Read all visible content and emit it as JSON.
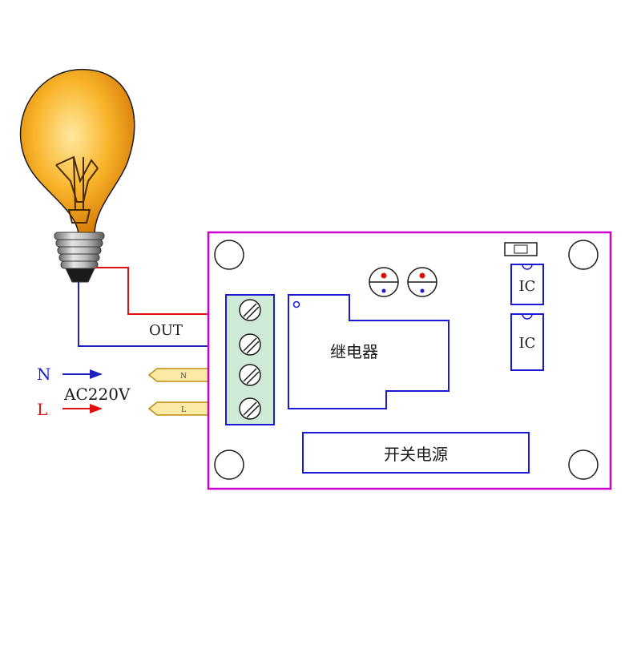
{
  "labels": {
    "out": "OUT",
    "n": "N",
    "l": "L",
    "ac": "AC220V",
    "plug_n": "N",
    "plug_l": "L",
    "relay": "继电器",
    "ic_top": "IC",
    "ic_bottom": "IC",
    "power_supply": "开关电源"
  },
  "colors": {
    "board_border": "#cc00cc",
    "component_outline": "#1a1ad6",
    "terminal_block": "#cfead6",
    "wire_live": "#e01010",
    "wire_neutral": "#2020c0",
    "bulb_glass": "#f7b020",
    "bulb_base": "#a0a0a0",
    "plug_fill": "#fbe9a6",
    "label_red": "#e01010",
    "label_blue": "#1a1ad6"
  }
}
